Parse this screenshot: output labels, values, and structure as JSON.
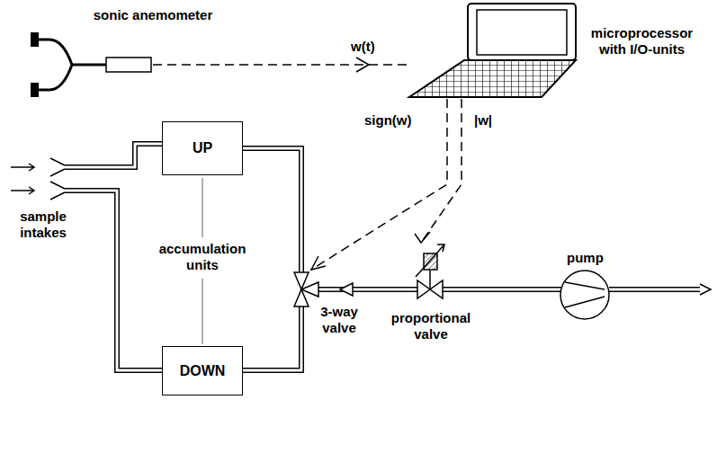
{
  "diagram": {
    "nodes": [
      {
        "text": [
          "UP"
        ]
      },
      {
        "text": [
          "DOWN"
        ]
      }
    ],
    "labels": [
      "sonic anemometer",
      "w(t)",
      "microprocessor with I/O-units",
      "sign(w)",
      "|w|",
      "sample intakes",
      "accumulation units",
      "3-way valve",
      "proportional valve",
      "pump"
    ]
  }
}
